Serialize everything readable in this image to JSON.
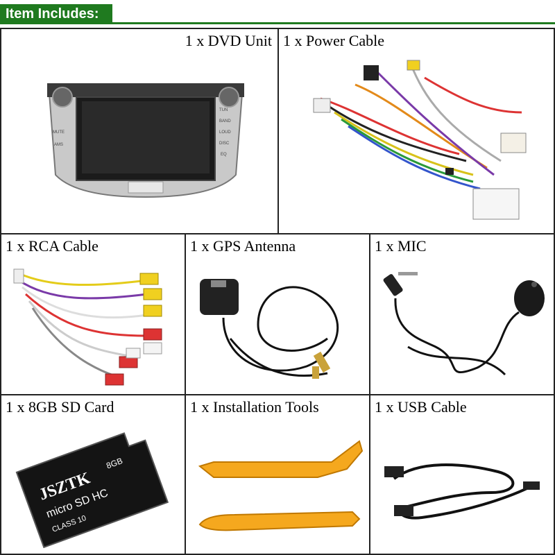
{
  "header": {
    "title": "Item Includes:"
  },
  "items": [
    {
      "label": "1 x DVD Unit"
    },
    {
      "label": "1 x Power Cable"
    },
    {
      "label": "1 x RCA Cable"
    },
    {
      "label": "1 x GPS Antenna"
    },
    {
      "label": "1 x MIC"
    },
    {
      "label": "1 x 8GB SD Card"
    },
    {
      "label": "1 x Installation Tools"
    },
    {
      "label": "1 x USB Cable"
    }
  ],
  "dvd": {
    "left_buttons": [
      "MUTE",
      "AMS"
    ],
    "right_buttons": [
      "TUN",
      "BAND",
      "LOUD",
      "DISC",
      "EQ"
    ]
  },
  "sdcard": {
    "brand": "JSZTK",
    "capacity": "8GB",
    "type": "micro SD HC",
    "class": "CLASS 10"
  }
}
